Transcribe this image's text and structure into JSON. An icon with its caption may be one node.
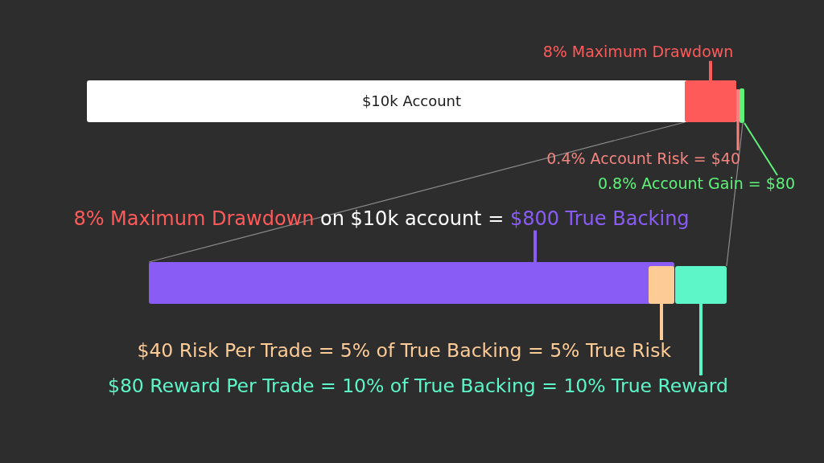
{
  "diagram": {
    "nodes": [
      {
        "text": [
          "8% Maximum Drawdown"
        ]
      },
      {
        "text": [
          "$10k Account"
        ]
      },
      {
        "text": [],
        "shape": "bar",
        "in": 1
      },
      {
        "text": [],
        "shape": "bar"
      },
      {
        "text": [],
        "shape": "bar"
      },
      {
        "text": [
          "0.4% Account Risk = $40"
        ]
      },
      {
        "text": [
          "0.8% Account Gain = $80"
        ]
      },
      {
        "text": [
          "8% Maximum Drawdown",
          "on $10k account =",
          "$800 True Backing"
        ]
      },
      {
        "text": [],
        "shape": "bar"
      },
      {
        "text": [],
        "shape": "bar",
        "in": 8
      },
      {
        "text": [],
        "shape": "bar"
      },
      {
        "text": [
          "$40 Risk Per Trade = 5% of True Backing = 5% True Risk"
        ]
      },
      {
        "text": [
          "$80 Reward Per Trade = 10% of True Backing = 10% True Reward"
        ]
      }
    ],
    "edges": [
      {
        "from": 0,
        "to": 2,
        "arrow": "none",
        "color": "#ff5a5a"
      },
      {
        "from": 3,
        "to": 5,
        "arrow": "none",
        "color": "#f4847f"
      },
      {
        "from": 4,
        "to": 6,
        "arrow": "none",
        "color": "#5ef27a"
      },
      {
        "from": 2,
        "to": 8,
        "arrow": "none",
        "color": "#8c8c8c"
      },
      {
        "from": 4,
        "to": 10,
        "arrow": "none",
        "color": "#8c8c8c"
      },
      {
        "from": 7,
        "to": 8,
        "arrow": "none",
        "color": "#8a5cf6"
      },
      {
        "from": 9,
        "to": 11,
        "arrow": "none",
        "color": "#fccb96"
      },
      {
        "from": 10,
        "to": 12,
        "arrow": "none",
        "color": "#5cf6c8"
      }
    ]
  }
}
